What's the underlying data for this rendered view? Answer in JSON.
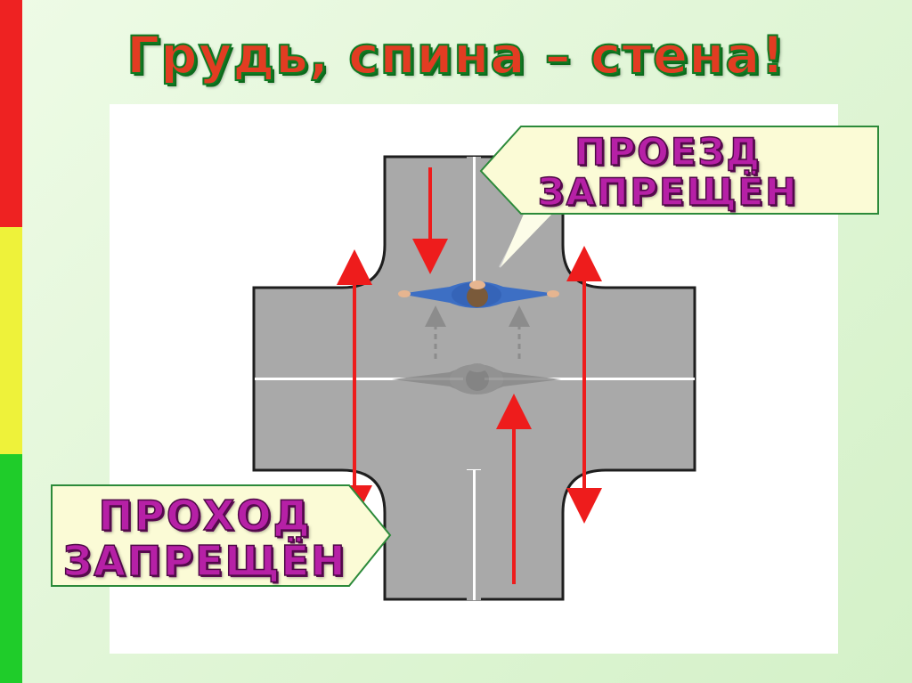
{
  "slide": {
    "title": "Грудь, спина – стена!",
    "callout_top": {
      "line1": "ПРОЕЗД",
      "line2": "ЗАПРЕЩЁН"
    },
    "callout_bottom": {
      "line1": "ПРОХОД",
      "line2": "ЗАПРЕЩЁН"
    }
  },
  "colors": {
    "traffic_red": "#ee2222",
    "traffic_yellow": "#eef23a",
    "traffic_green": "#1fcc2a",
    "road": "#a9a9a9",
    "arrow": "#ee1c1c",
    "callout_fill": "#fbfbd6",
    "callout_border": "#2c8a3a",
    "label_text": "#b620a6",
    "title_text": "#e23c22"
  }
}
